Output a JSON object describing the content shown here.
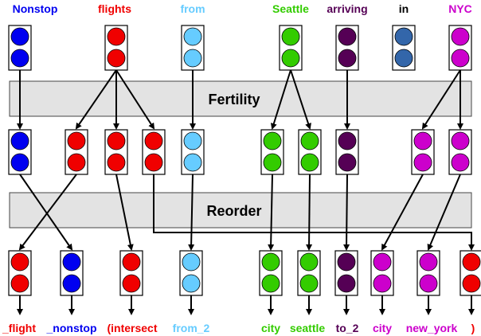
{
  "colors": {
    "blue": "#0000f0",
    "red": "#f00000",
    "lightblue": "#66ccff",
    "green": "#33cc00",
    "darkpurple": "#550055",
    "steelblue": "#3366aa",
    "magenta": "#cc00cc",
    "band_fill": "#e3e3e3",
    "band_stroke": "#444444",
    "edge": "#000000"
  },
  "stages": {
    "fertility_label": "Fertility",
    "reorder_label": "Reorder"
  },
  "source_words": [
    {
      "text": "Nonstop",
      "color": "blue"
    },
    {
      "text": "flights",
      "color": "red"
    },
    {
      "text": "from",
      "color": "lightblue"
    },
    {
      "text": "Seattle",
      "color": "green"
    },
    {
      "text": "arriving",
      "color": "darkpurple"
    },
    {
      "text": "in",
      "color": "black"
    },
    {
      "text": "NYC",
      "color": "magenta"
    }
  ],
  "source_nodes": [
    "blue",
    "red",
    "lightblue",
    "green",
    "darkpurple",
    "steelblue",
    "magenta"
  ],
  "middle_nodes": [
    "blue",
    "red",
    "red",
    "red",
    "lightblue",
    "green",
    "green",
    "darkpurple",
    "magenta",
    "magenta"
  ],
  "output_nodes": [
    "red",
    "blue",
    "red",
    "lightblue",
    "green",
    "green",
    "darkpurple",
    "magenta",
    "magenta",
    "red"
  ],
  "output_words": [
    {
      "text": "_flight",
      "color": "red"
    },
    {
      "text": "_nonstop",
      "color": "blue"
    },
    {
      "text": "(intersect",
      "color": "red"
    },
    {
      "text": "from_2",
      "color": "lightblue"
    },
    {
      "text": "city",
      "color": "green"
    },
    {
      "text": "seattle",
      "color": "green"
    },
    {
      "text": "to_2",
      "color": "darkpurple"
    },
    {
      "text": "city",
      "color": "magenta"
    },
    {
      "text": "new_york",
      "color": "magenta"
    },
    {
      "text": ")",
      "color": "red"
    }
  ],
  "fertility_edges": [
    [
      0,
      0
    ],
    [
      1,
      1
    ],
    [
      1,
      2
    ],
    [
      1,
      3
    ],
    [
      2,
      4
    ],
    [
      3,
      5
    ],
    [
      3,
      6
    ],
    [
      4,
      7
    ],
    [
      6,
      8
    ],
    [
      6,
      9
    ]
  ],
  "reorder_edges": [
    [
      0,
      1
    ],
    [
      1,
      0
    ],
    [
      2,
      2
    ],
    [
      3,
      9
    ],
    [
      4,
      3
    ],
    [
      5,
      4
    ],
    [
      6,
      5
    ],
    [
      7,
      6
    ],
    [
      8,
      7
    ],
    [
      9,
      8
    ]
  ]
}
